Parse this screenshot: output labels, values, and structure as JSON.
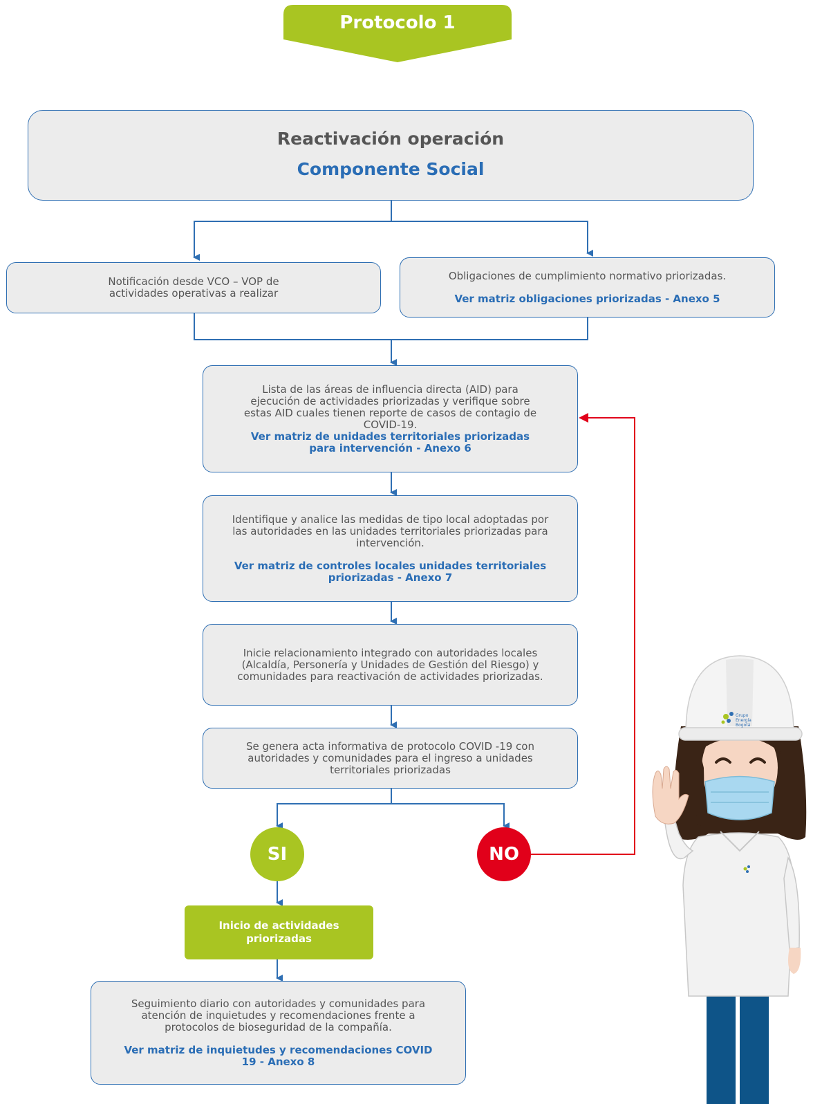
{
  "header": {
    "title": "Protocolo 1"
  },
  "main": {
    "title": "Reactivación operación",
    "subtitle": "Componente Social"
  },
  "branch_left": {
    "text": "Notificación desde VCO – VOP  de actividades operativas a realizar"
  },
  "branch_right": {
    "text": "Obligaciones de cumplimiento normativo priorizadas.",
    "link": "Ver matriz obligaciones priorizadas - Anexo 5"
  },
  "step1": {
    "text": "Lista de las áreas de influencia directa (AID) para ejecución de actividades priorizadas y verifique sobre estas AID cuales tienen reporte de casos de contagio de COVID-19.",
    "link": "Ver matriz de unidades territoriales priorizadas para intervención - Anexo 6"
  },
  "step2": {
    "text": "Identifique y analice las medidas de tipo local adoptadas por las autoridades en las unidades territoriales priorizadas para intervención.",
    "link": "Ver matriz de controles locales unidades territoriales priorizadas - Anexo 7"
  },
  "step3": {
    "text": "Inicie relacionamiento integrado con autoridades locales (Alcaldía, Personería y Unidades de Gestión del Riesgo) y comunidades para reactivación de actividades priorizadas."
  },
  "step4": {
    "text": "Se genera acta informativa de protocolo COVID -19 con autoridades y comunidades para el ingreso a unidades territoriales priorizadas"
  },
  "decision": {
    "yes": "SI",
    "no": "NO"
  },
  "start": {
    "text": "Inicio de actividades priorizadas"
  },
  "followup": {
    "text": "Seguimiento diario con autoridades y comunidades para atención de inquietudes y recomendaciones frente a protocolos de bioseguridad de la compañía.",
    "link": "Ver matriz de inquietudes y recomendaciones COVID 19 - Anexo 8"
  },
  "mascot": {
    "logo_text_1": "Grupo",
    "logo_text_2": "Energía",
    "logo_text_3": "Bogotá"
  },
  "colors": {
    "accent_green": "#a9c522",
    "link_blue": "#2a6db5",
    "line_blue": "#2f6fb3",
    "no_red": "#e1001a",
    "box_gray": "#ececec"
  }
}
